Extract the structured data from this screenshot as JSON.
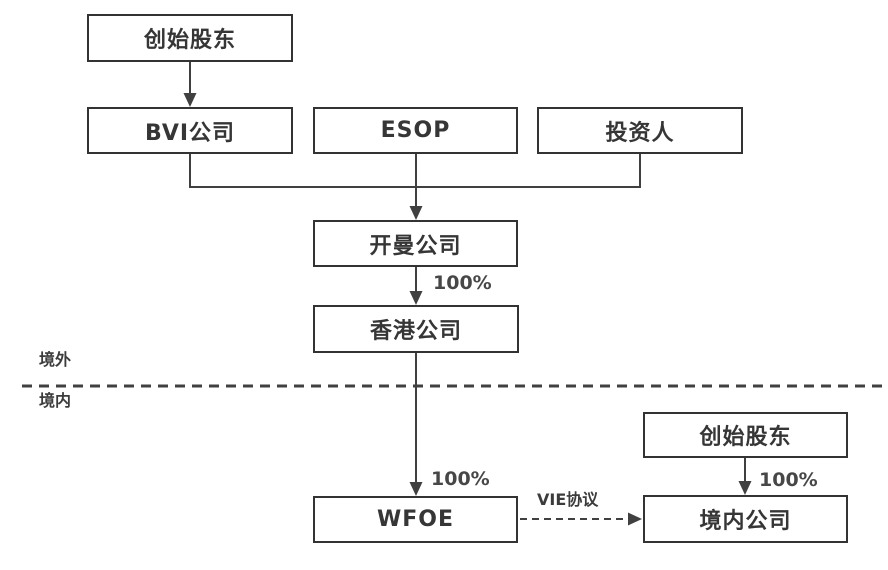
{
  "diagram": {
    "colors": {
      "line": "#404040",
      "box_border": "#333333",
      "box_fill": "#ffffff",
      "text": "#363636",
      "background": "#ffffff"
    },
    "nodes": {
      "founders_offshore": {
        "label": "创始股东"
      },
      "bvi": {
        "label": "BVI公司"
      },
      "esop": {
        "label": "ESOP"
      },
      "investors": {
        "label": "投资人"
      },
      "cayman": {
        "label": "开曼公司"
      },
      "hongkong": {
        "label": "香港公司"
      },
      "wfoe": {
        "label": "WFOE"
      },
      "founders_domestic": {
        "label": "创始股东"
      },
      "domestic": {
        "label": "境内公司"
      }
    },
    "edge_labels": {
      "cayman_to_hongkong": "100%",
      "hongkong_to_wfoe": "100%",
      "founders_to_domestic": "100%",
      "vie_agreement": "VIE协议"
    },
    "regions": {
      "offshore": "境外",
      "onshore": "境内"
    }
  }
}
